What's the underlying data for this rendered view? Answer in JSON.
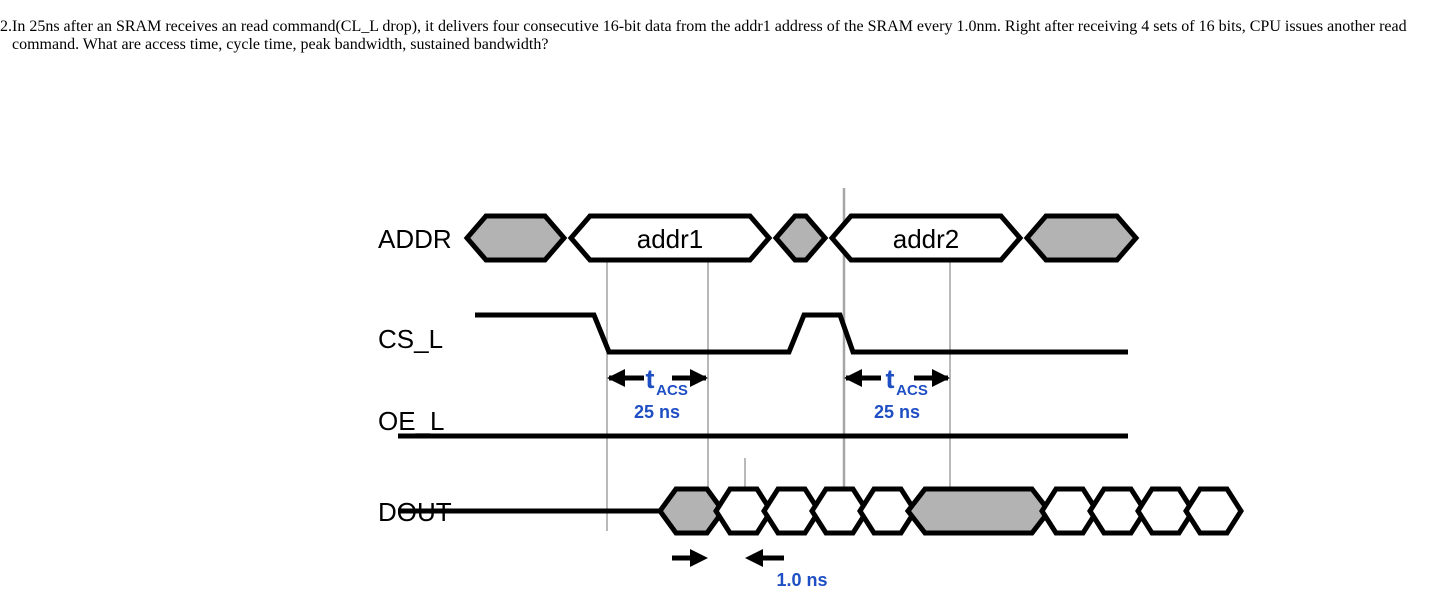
{
  "question": {
    "number": "2.",
    "text": "In 25ns after an SRAM receives an read command(CL_L drop), it delivers four consecutive 16-bit data from the addr1 address of the SRAM every 1.0nm. Right after receiving 4 sets of 16 bits, CPU issues another read command. What are access time, cycle time, peak bandwidth, sustained bandwidth?"
  },
  "diagram": {
    "title": "SRAM read timing diagram",
    "signals": [
      {
        "name": "ADDR",
        "label": "ADDR"
      },
      {
        "name": "CS_L",
        "label": "CS_L"
      },
      {
        "name": "OE_L",
        "label": "OE_L"
      },
      {
        "name": "DOUT",
        "label": "DOUT"
      }
    ],
    "bus_values": [
      {
        "name": "addr1",
        "label": "addr1"
      },
      {
        "name": "addr2",
        "label": "addr2"
      }
    ],
    "annotations": [
      {
        "name": "tacs-first",
        "symbol": "t",
        "subscript": "ACS",
        "value": "25 ns"
      },
      {
        "name": "tacs-second",
        "symbol": "t",
        "subscript": "ACS",
        "value": "25 ns"
      },
      {
        "name": "data-period",
        "value": "1.0 ns"
      }
    ],
    "colors": {
      "annotation_blue": "#1f4fc4",
      "wave_black": "#000000",
      "bus_gray_fill": "#b3b3b3",
      "bus_white_fill": "#ffffff",
      "gridline_gray": "#b9b9b9",
      "text_black": "#1a1a1a"
    }
  }
}
